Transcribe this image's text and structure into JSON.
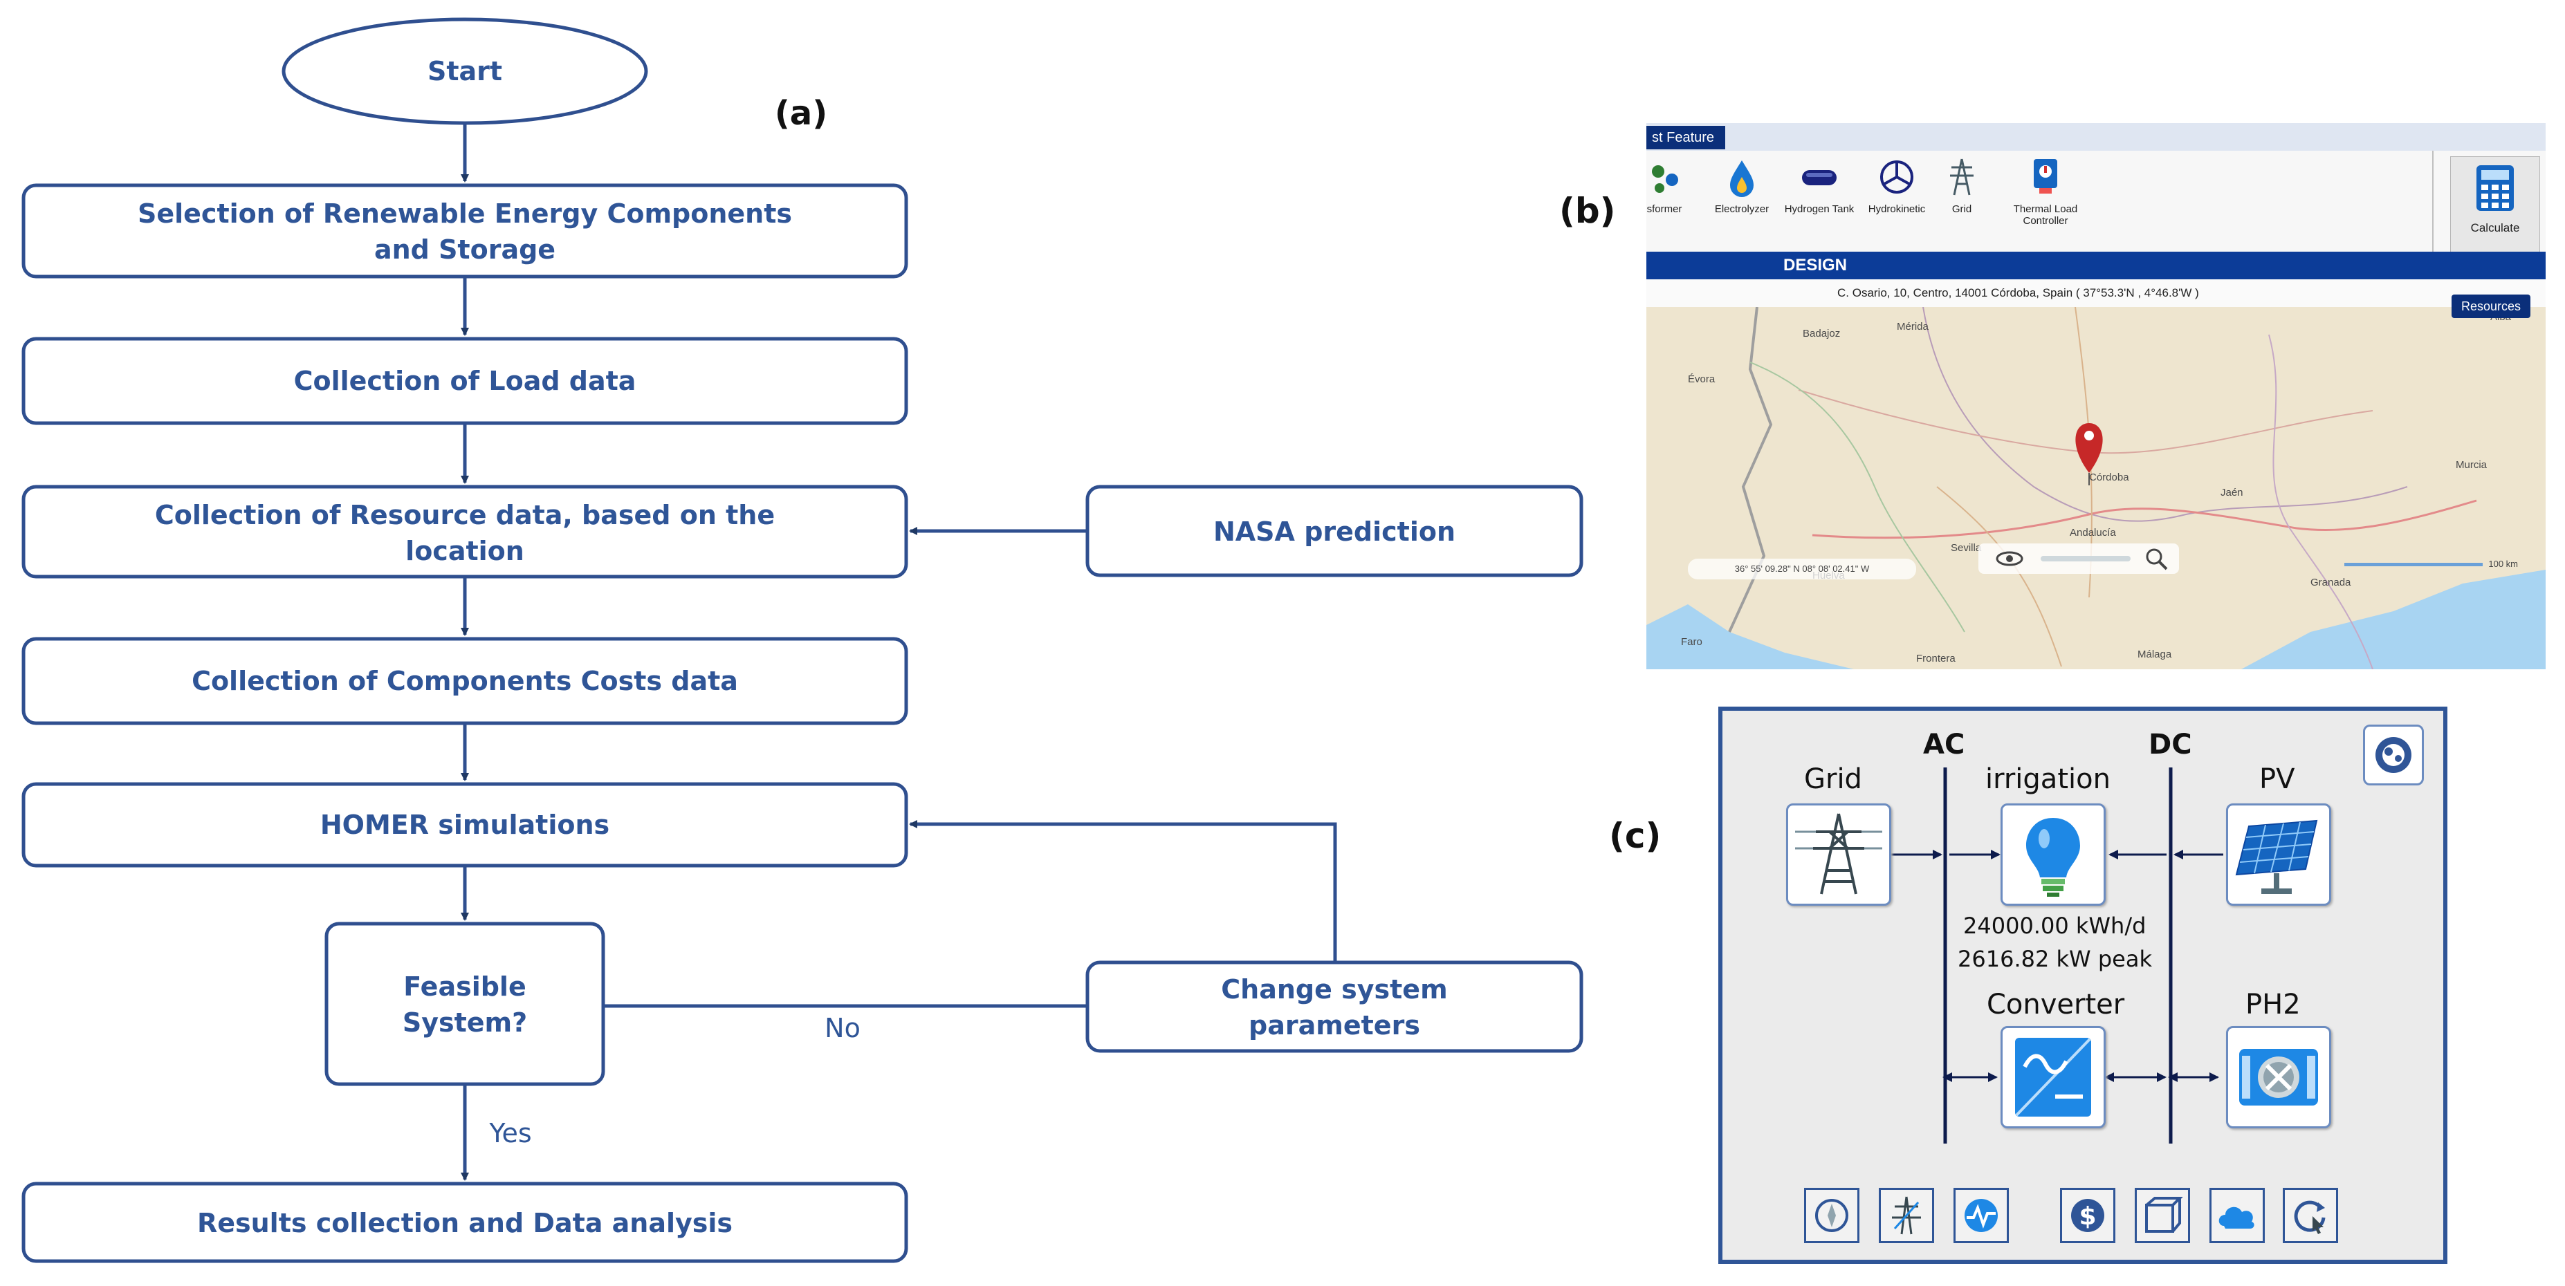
{
  "panel_labels": {
    "a": "(a)",
    "b": "(b)",
    "c": "(c)"
  },
  "flowchart": {
    "start": "Start",
    "step1": "Selection of Renewable Energy Components and Storage",
    "step2": "Collection of Load data",
    "step3": "Collection of Resource data, based on the location",
    "nasa": "NASA prediction",
    "step4": "Collection of Components Costs data",
    "step5": "HOMER simulations",
    "decision": "Feasible System?",
    "change": "Change system parameters",
    "no_label": "No",
    "yes_label": "Yes",
    "end": "Results collection and Data analysis"
  },
  "homer_window": {
    "tab": "st Feature",
    "tools": [
      {
        "label": "sformer",
        "icon": "transformer-icon"
      },
      {
        "label": "Electrolyzer",
        "icon": "electrolyzer-icon"
      },
      {
        "label": "Hydrogen Tank",
        "icon": "hydrogen-tank-icon"
      },
      {
        "label": "Hydrokinetic",
        "icon": "hydrokinetic-icon"
      },
      {
        "label": "Grid",
        "icon": "grid-tower-icon"
      },
      {
        "label": "Thermal Load Controller",
        "icon": "thermal-load-controller-icon"
      }
    ],
    "calculate": "Calculate",
    "design": "DESIGN",
    "address": "C. Osario, 10, Centro, 14001 Córdoba, Spain ( 37°53.3'N , 4°46.8'W )",
    "resources": "Resources",
    "map_labels": [
      "Badajoz",
      "Mérida",
      "Évora",
      "Córdoba",
      "Jaén",
      "Andalucía",
      "Sevilla",
      "Huelva",
      "Granada",
      "Faro",
      "Frontera",
      "Málaga",
      "Murcia",
      "Alba"
    ],
    "coordinates": "36° 55' 09.28\" N 08° 08' 02.41\" W",
    "scale": "100 km"
  },
  "schematic": {
    "ac": "AC",
    "dc": "DC",
    "grid": "Grid",
    "load": "irrigation",
    "load_energy": "24000.00 kWh/d",
    "load_peak": "2616.82 kW peak",
    "pv": "PV",
    "converter": "Converter",
    "ph2": "PH2",
    "colors": {
      "frame": "#2f5597",
      "bus": "#0d1b4c",
      "box_border": "#6c8cc0"
    }
  }
}
